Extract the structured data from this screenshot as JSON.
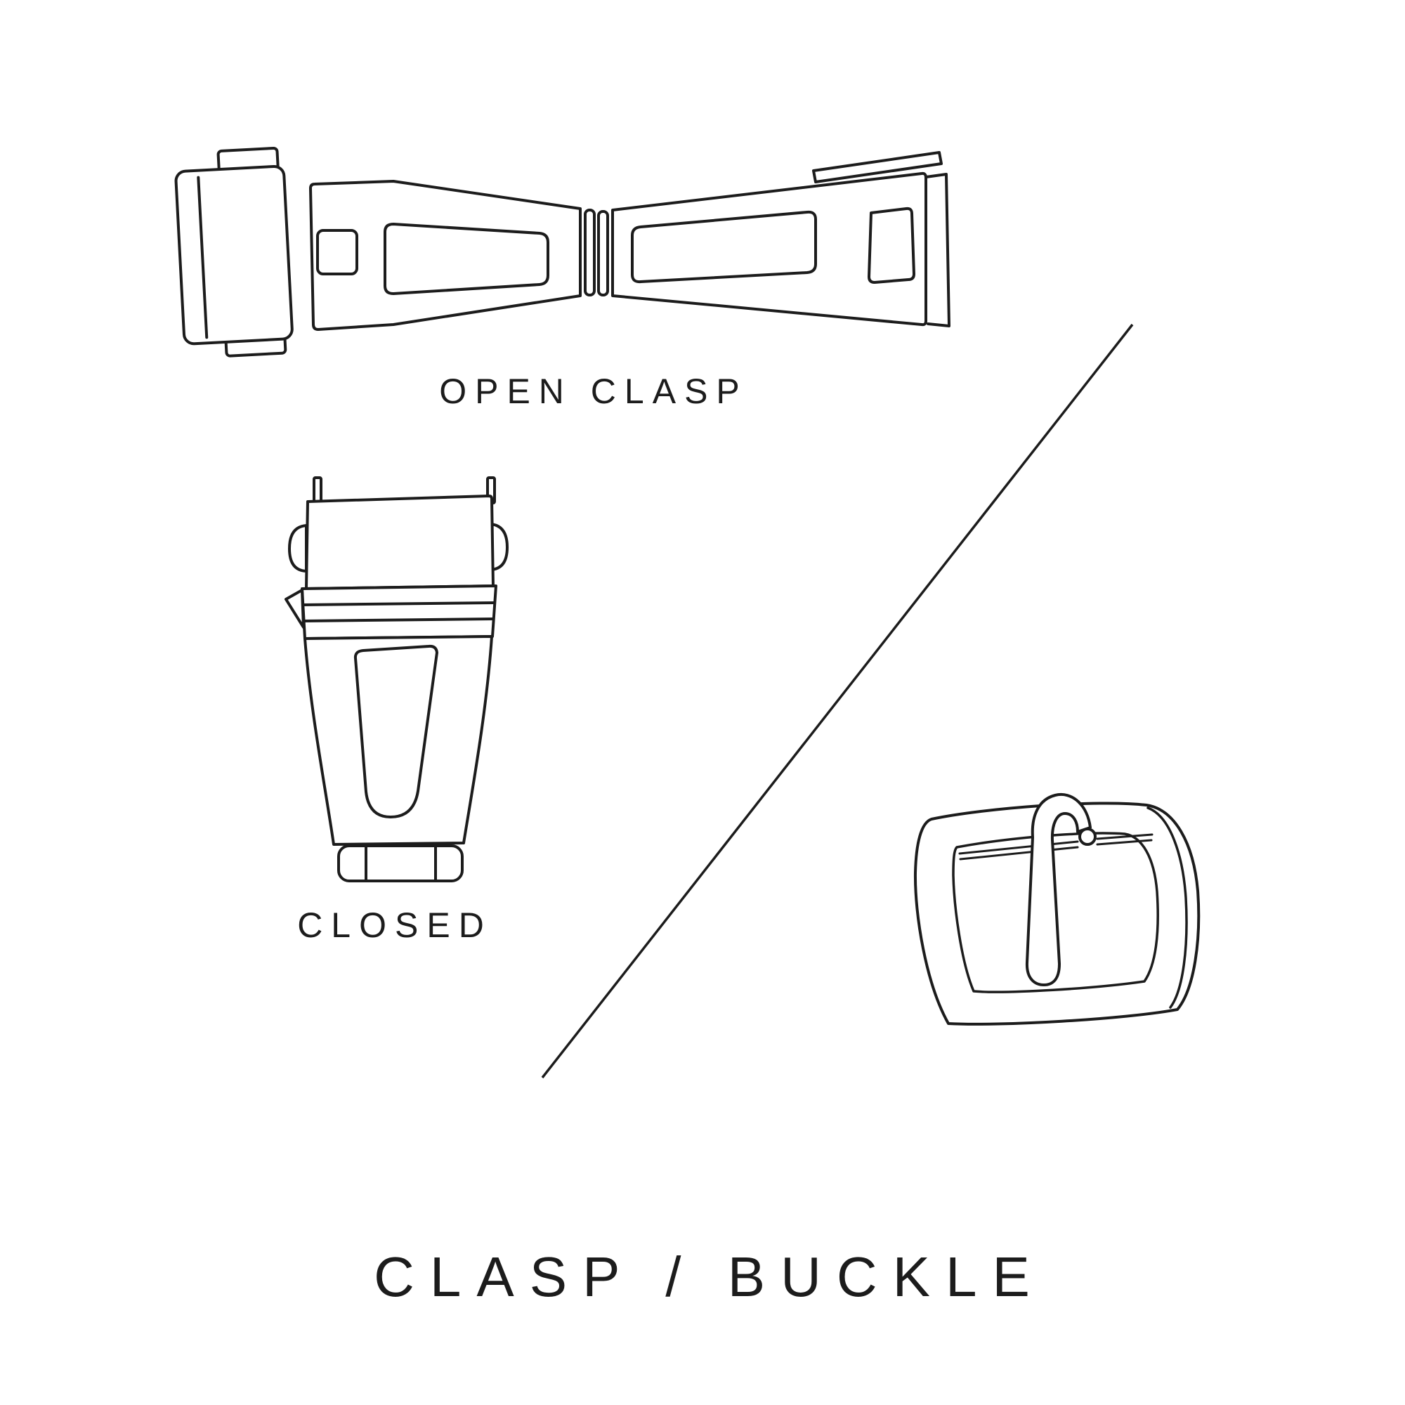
{
  "title": "CLASP / BUCKLE",
  "labels": {
    "open_clasp": "OPEN CLASP",
    "closed_clasp": "CLOSED"
  },
  "illustrations": [
    "open-clasp-illustration",
    "closed-clasp-illustration",
    "buckle-illustration",
    "diagonal-divider-line"
  ],
  "colors": {
    "background": "#ffffff",
    "line": "#1c1c1c"
  }
}
